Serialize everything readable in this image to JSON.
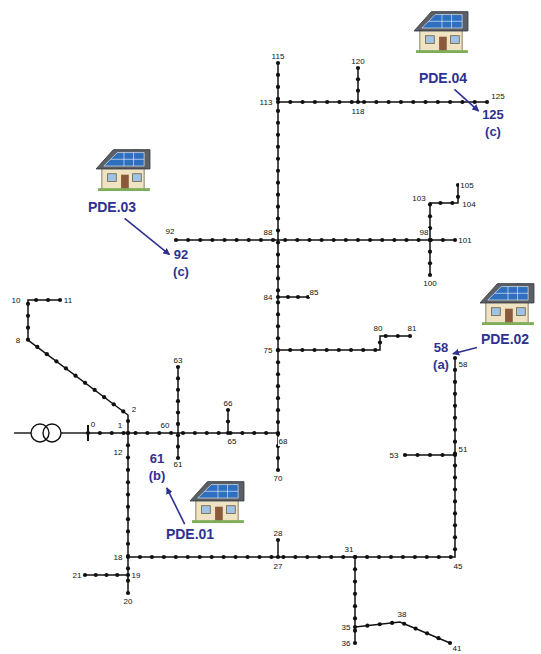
{
  "diagram": {
    "nodes": [
      {
        "text": [
          "PDE.04"
        ]
      },
      {
        "text": [
          "125",
          "(c)"
        ]
      },
      {
        "text": [
          "PDE.03"
        ]
      },
      {
        "text": [
          "92",
          "(c)"
        ]
      },
      {
        "text": [
          "PDE.02"
        ]
      },
      {
        "text": [
          "58",
          "(a)"
        ]
      },
      {
        "text": [
          "PDE.01"
        ]
      },
      {
        "text": [
          "61",
          "(b)"
        ]
      }
    ],
    "edges": [
      {
        "from": 0,
        "to": 1,
        "arrow": "to"
      },
      {
        "from": 2,
        "to": 3,
        "arrow": "to"
      },
      {
        "from": 4,
        "to": 5,
        "arrow": "to"
      },
      {
        "from": 6,
        "to": 7,
        "arrow": "to"
      }
    ],
    "labels": [
      "115",
      "120",
      "113",
      "118",
      "125",
      "92",
      "88",
      "98",
      "101",
      "103",
      "105",
      "104",
      "100",
      "84",
      "85",
      "80",
      "81",
      "75",
      "58",
      "53",
      "51",
      "10",
      "11",
      "8",
      "63",
      "66",
      "2",
      "0",
      "1",
      "60",
      "65",
      "68",
      "70",
      "61",
      "12",
      "18",
      "21",
      "19",
      "20",
      "28",
      "27",
      "31",
      "45",
      "35",
      "36",
      "38",
      "41"
    ]
  }
}
